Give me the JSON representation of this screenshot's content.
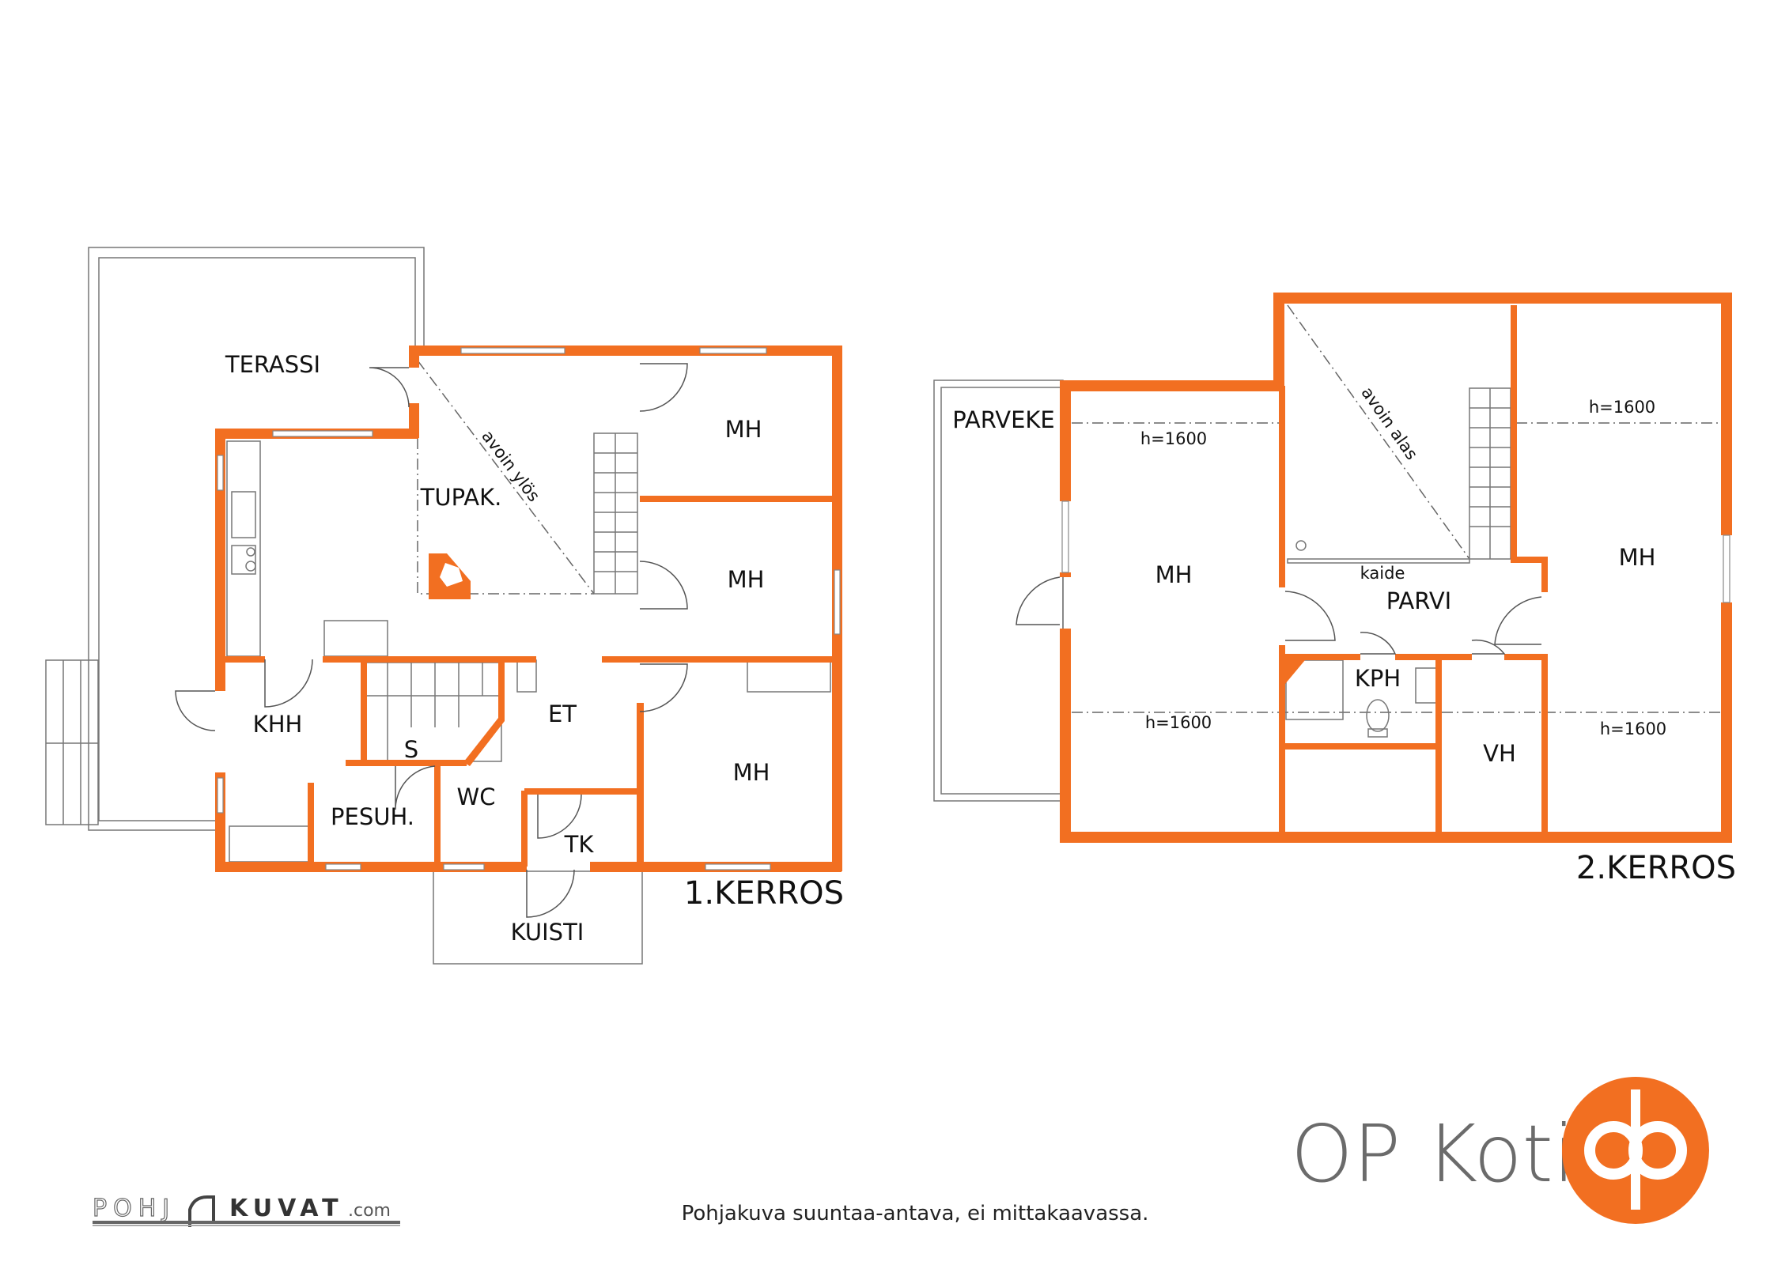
{
  "floor1": {
    "title": "1.KERROS",
    "rooms": {
      "terassi": "TERASSI",
      "tupak": "TUPAK.",
      "mh1": "MH",
      "mh2": "MH",
      "mh3": "MH",
      "khh": "KHH",
      "s": "S",
      "et": "ET",
      "wc": "WC",
      "pesuh": "PESUH.",
      "tk": "TK",
      "kuisti": "KUISTI"
    },
    "note_open": "avoin ylös"
  },
  "floor2": {
    "title": "2.KERROS",
    "rooms": {
      "parveke": "PARVEKE",
      "mh_left": "MH",
      "mh_right": "MH",
      "parvi": "PARVI",
      "kph": "KPH",
      "vh": "VH"
    },
    "kaide": "kaide",
    "note_open": "avoin alas",
    "heights": [
      "h=1600",
      "h=1600",
      "h=1600",
      "h=1600"
    ]
  },
  "footer": {
    "disclaimer": "Pohjakuva suuntaa-antava, ei mittakaavassa.",
    "pohjakuvat_logo": {
      "part1": "POHJ",
      "part2": "KUVAT",
      "part3": ".com"
    },
    "brand": "OP Koti",
    "brand_color": "#f26f21",
    "wall_color": "#f26f21"
  }
}
